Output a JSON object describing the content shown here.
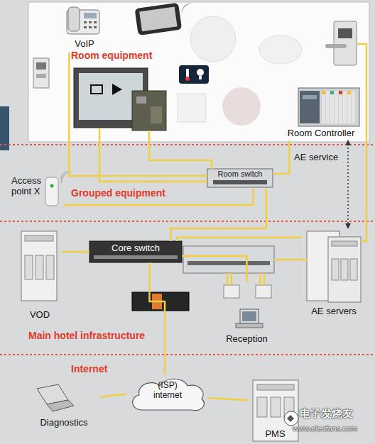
{
  "diagram": {
    "nodes": [
      {
        "text": [
          "Room equipment"
        ]
      },
      {
        "text": [
          "VoIP"
        ],
        "in": 0
      },
      {
        "text": [
          "Room Controller"
        ],
        "in": 0
      },
      {
        "text": [
          "Grouped equipment"
        ]
      },
      {
        "text": [
          "Room switch"
        ],
        "in": 3
      },
      {
        "text": [
          "Access point X"
        ],
        "in": 3
      },
      {
        "text": [
          "Main hotel infrastructure"
        ]
      },
      {
        "text": [
          "Core switch"
        ],
        "in": 6
      },
      {
        "text": [
          "VOD"
        ],
        "in": 6
      },
      {
        "text": [
          "AE servers"
        ],
        "in": 6
      },
      {
        "text": [
          "Reception"
        ],
        "in": 6
      },
      {
        "text": [
          "Internet"
        ]
      },
      {
        "text": [
          "(ISP) internet"
        ],
        "in": 11
      },
      {
        "text": [
          "Diagnostics"
        ],
        "in": 11
      },
      {
        "text": [
          "PMS"
        ],
        "in": 11
      }
    ],
    "edges": [
      {
        "from": 1,
        "to": 4,
        "arrow": "none"
      },
      {
        "from": 2,
        "to": 4,
        "arrow": "none"
      },
      {
        "from": 5,
        "to": 4,
        "arrow": "none"
      },
      {
        "from": 4,
        "to": 7,
        "arrow": "none"
      },
      {
        "from": 8,
        "to": 7,
        "arrow": "none"
      },
      {
        "from": 7,
        "to": 9,
        "arrow": "none"
      },
      {
        "from": 7,
        "to": 10,
        "arrow": "none"
      },
      {
        "from": 7,
        "to": 12,
        "arrow": "none"
      },
      {
        "from": 12,
        "to": 13,
        "arrow": "none"
      },
      {
        "from": 12,
        "to": 14,
        "arrow": "none"
      },
      {
        "from": 2,
        "to": 9,
        "label": "AE service",
        "arrow": "both"
      }
    ],
    "labels": [
      "电子发烧友",
      "www.elecfans.com"
    ]
  }
}
